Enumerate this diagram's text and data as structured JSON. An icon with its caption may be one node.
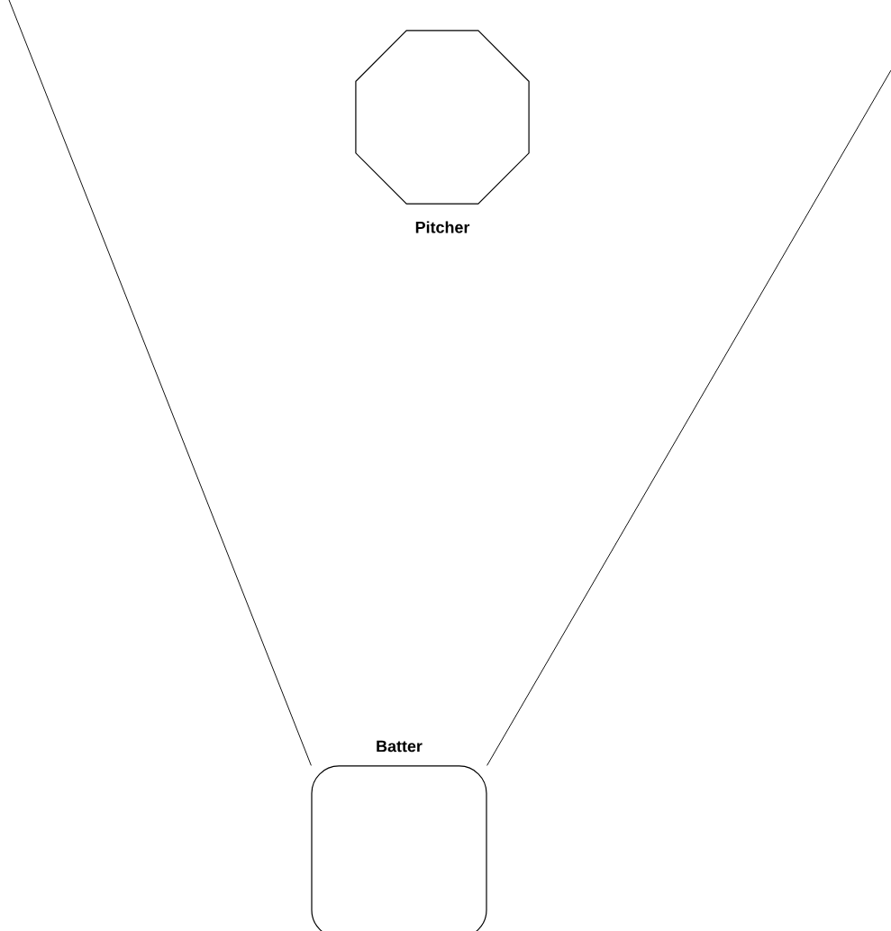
{
  "diagram": {
    "nodes": [
      {
        "text": [
          "Pitcher"
        ]
      },
      {
        "text": [
          "Batter"
        ]
      }
    ],
    "edges": [
      {
        "from": 1,
        "to": null,
        "arrow": "none"
      },
      {
        "from": 1,
        "to": null,
        "arrow": "none"
      }
    ]
  }
}
